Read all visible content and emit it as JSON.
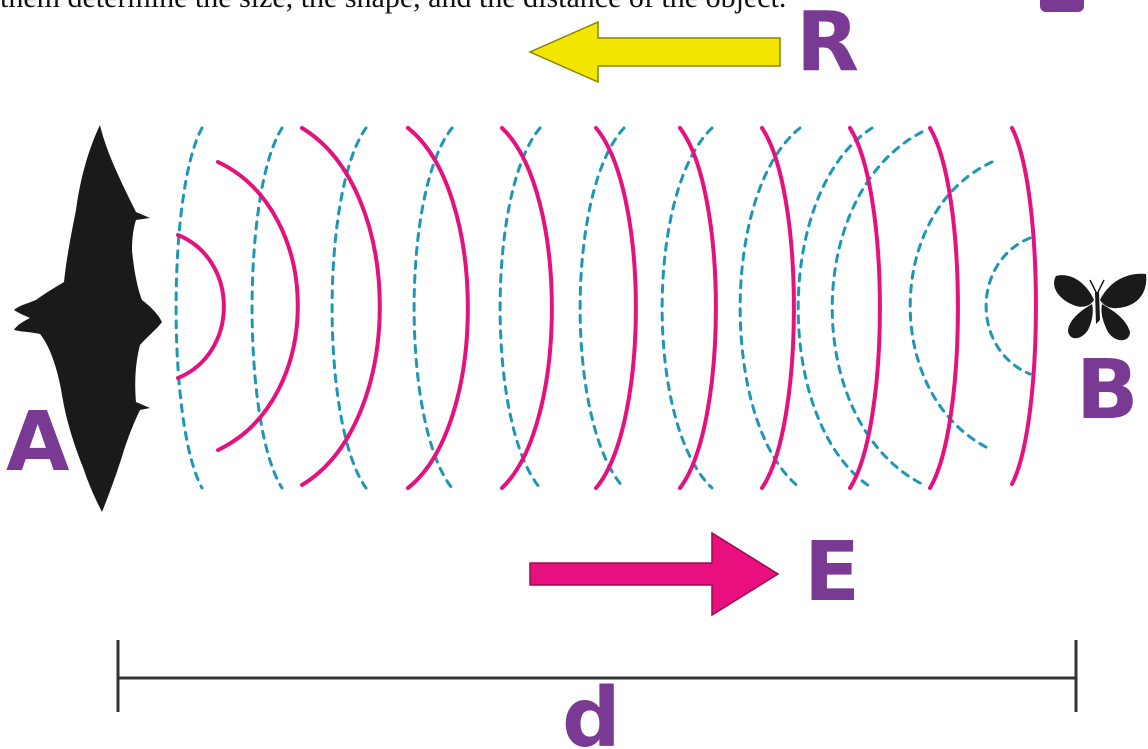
{
  "caption": "them determine the size, the shape, and the distance of the object.",
  "labels": {
    "source": "A",
    "target": "B",
    "reflected": "R",
    "emitted": "E",
    "distance": "d"
  },
  "colors": {
    "label": "#7a3a93",
    "emitted_wave": "#e5117e",
    "reflected_wave": "#1e96b6",
    "reflected_arrow": "#f2e600",
    "emitted_arrow": "#ea0f7f",
    "silhouette": "#1a1a1a",
    "scale_bar": "#333333"
  },
  "icons": {
    "source": "bat-icon",
    "target": "butterfly-icon"
  }
}
